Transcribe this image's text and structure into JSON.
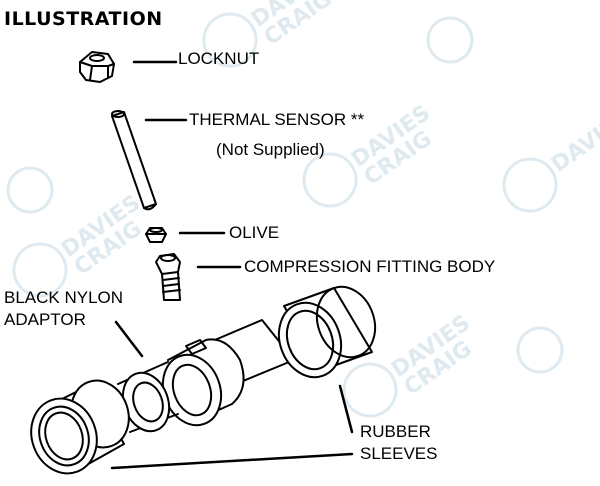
{
  "title": "ILLUSTRATION",
  "labels": {
    "locknut": "LOCKNUT",
    "thermal_sensor": "THERMAL SENSOR **",
    "not_supplied": "(Not Supplied)",
    "olive": "OLIVE",
    "compression_fitting_body": "COMPRESSION FITTING BODY",
    "black_nylon_line1": "BLACK NYLON",
    "black_nylon_line2": "ADAPTOR",
    "rubber_sleeves_line1": "RUBBER",
    "rubber_sleeves_line2": "SLEEVES"
  },
  "watermark": "DAVIES CRAIG",
  "colors": {
    "ink": "#000000",
    "watermark": "#d9e6ee"
  }
}
